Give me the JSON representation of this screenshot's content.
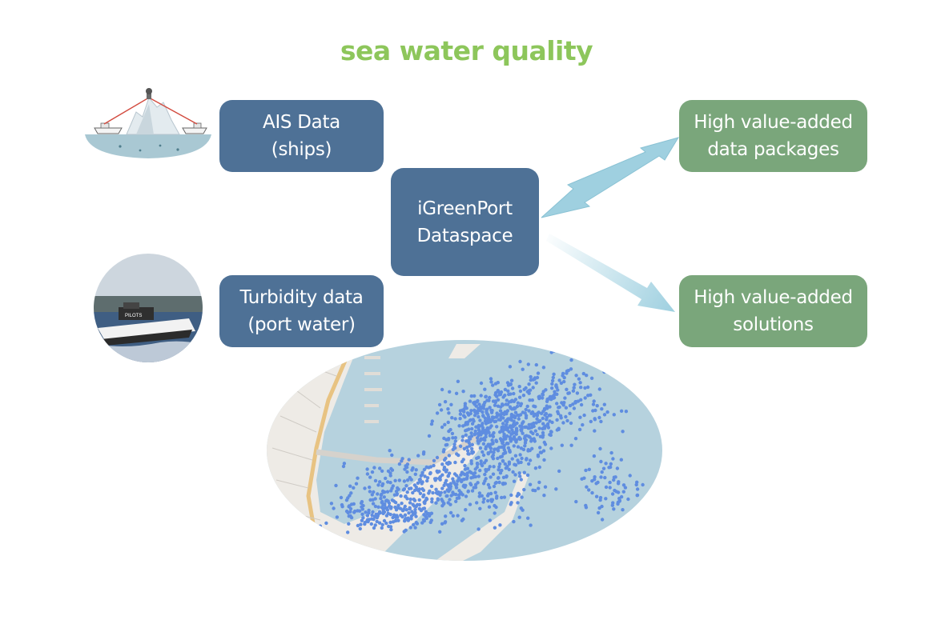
{
  "title": {
    "text": "sea water quality",
    "color": "#8dc65b"
  },
  "colors": {
    "source_box": "#4e7196",
    "output_box": "#7aa67b",
    "arrow": "#9fd0e0",
    "sea": "#a9c8d3",
    "map_water": "#b6d2de",
    "map_land": "#eeebe6",
    "ais_dots": "#5f8de0"
  },
  "boxes": {
    "ais": {
      "line1": "AIS Data",
      "line2": "(ships)"
    },
    "turbidity": {
      "line1": "Turbidity data",
      "line2": "(port water)"
    },
    "dataspace": {
      "line1": "iGreenPort",
      "line2": "Dataspace"
    },
    "packages": {
      "line1": "High value-added",
      "line2": "data packages"
    },
    "solutions": {
      "line1": "High value-added",
      "line2": "solutions"
    }
  },
  "images": {
    "ship_illustration": "ship-with-sensor-illustration",
    "pilot_boat_photo": "pilot-boat-photo",
    "port_map": "port-map-with-ais-positions"
  },
  "connections": [
    {
      "from": "dataspace",
      "to": "packages",
      "style": "bidirectional"
    },
    {
      "from": "dataspace",
      "to": "solutions",
      "style": "one-way-faded"
    }
  ]
}
